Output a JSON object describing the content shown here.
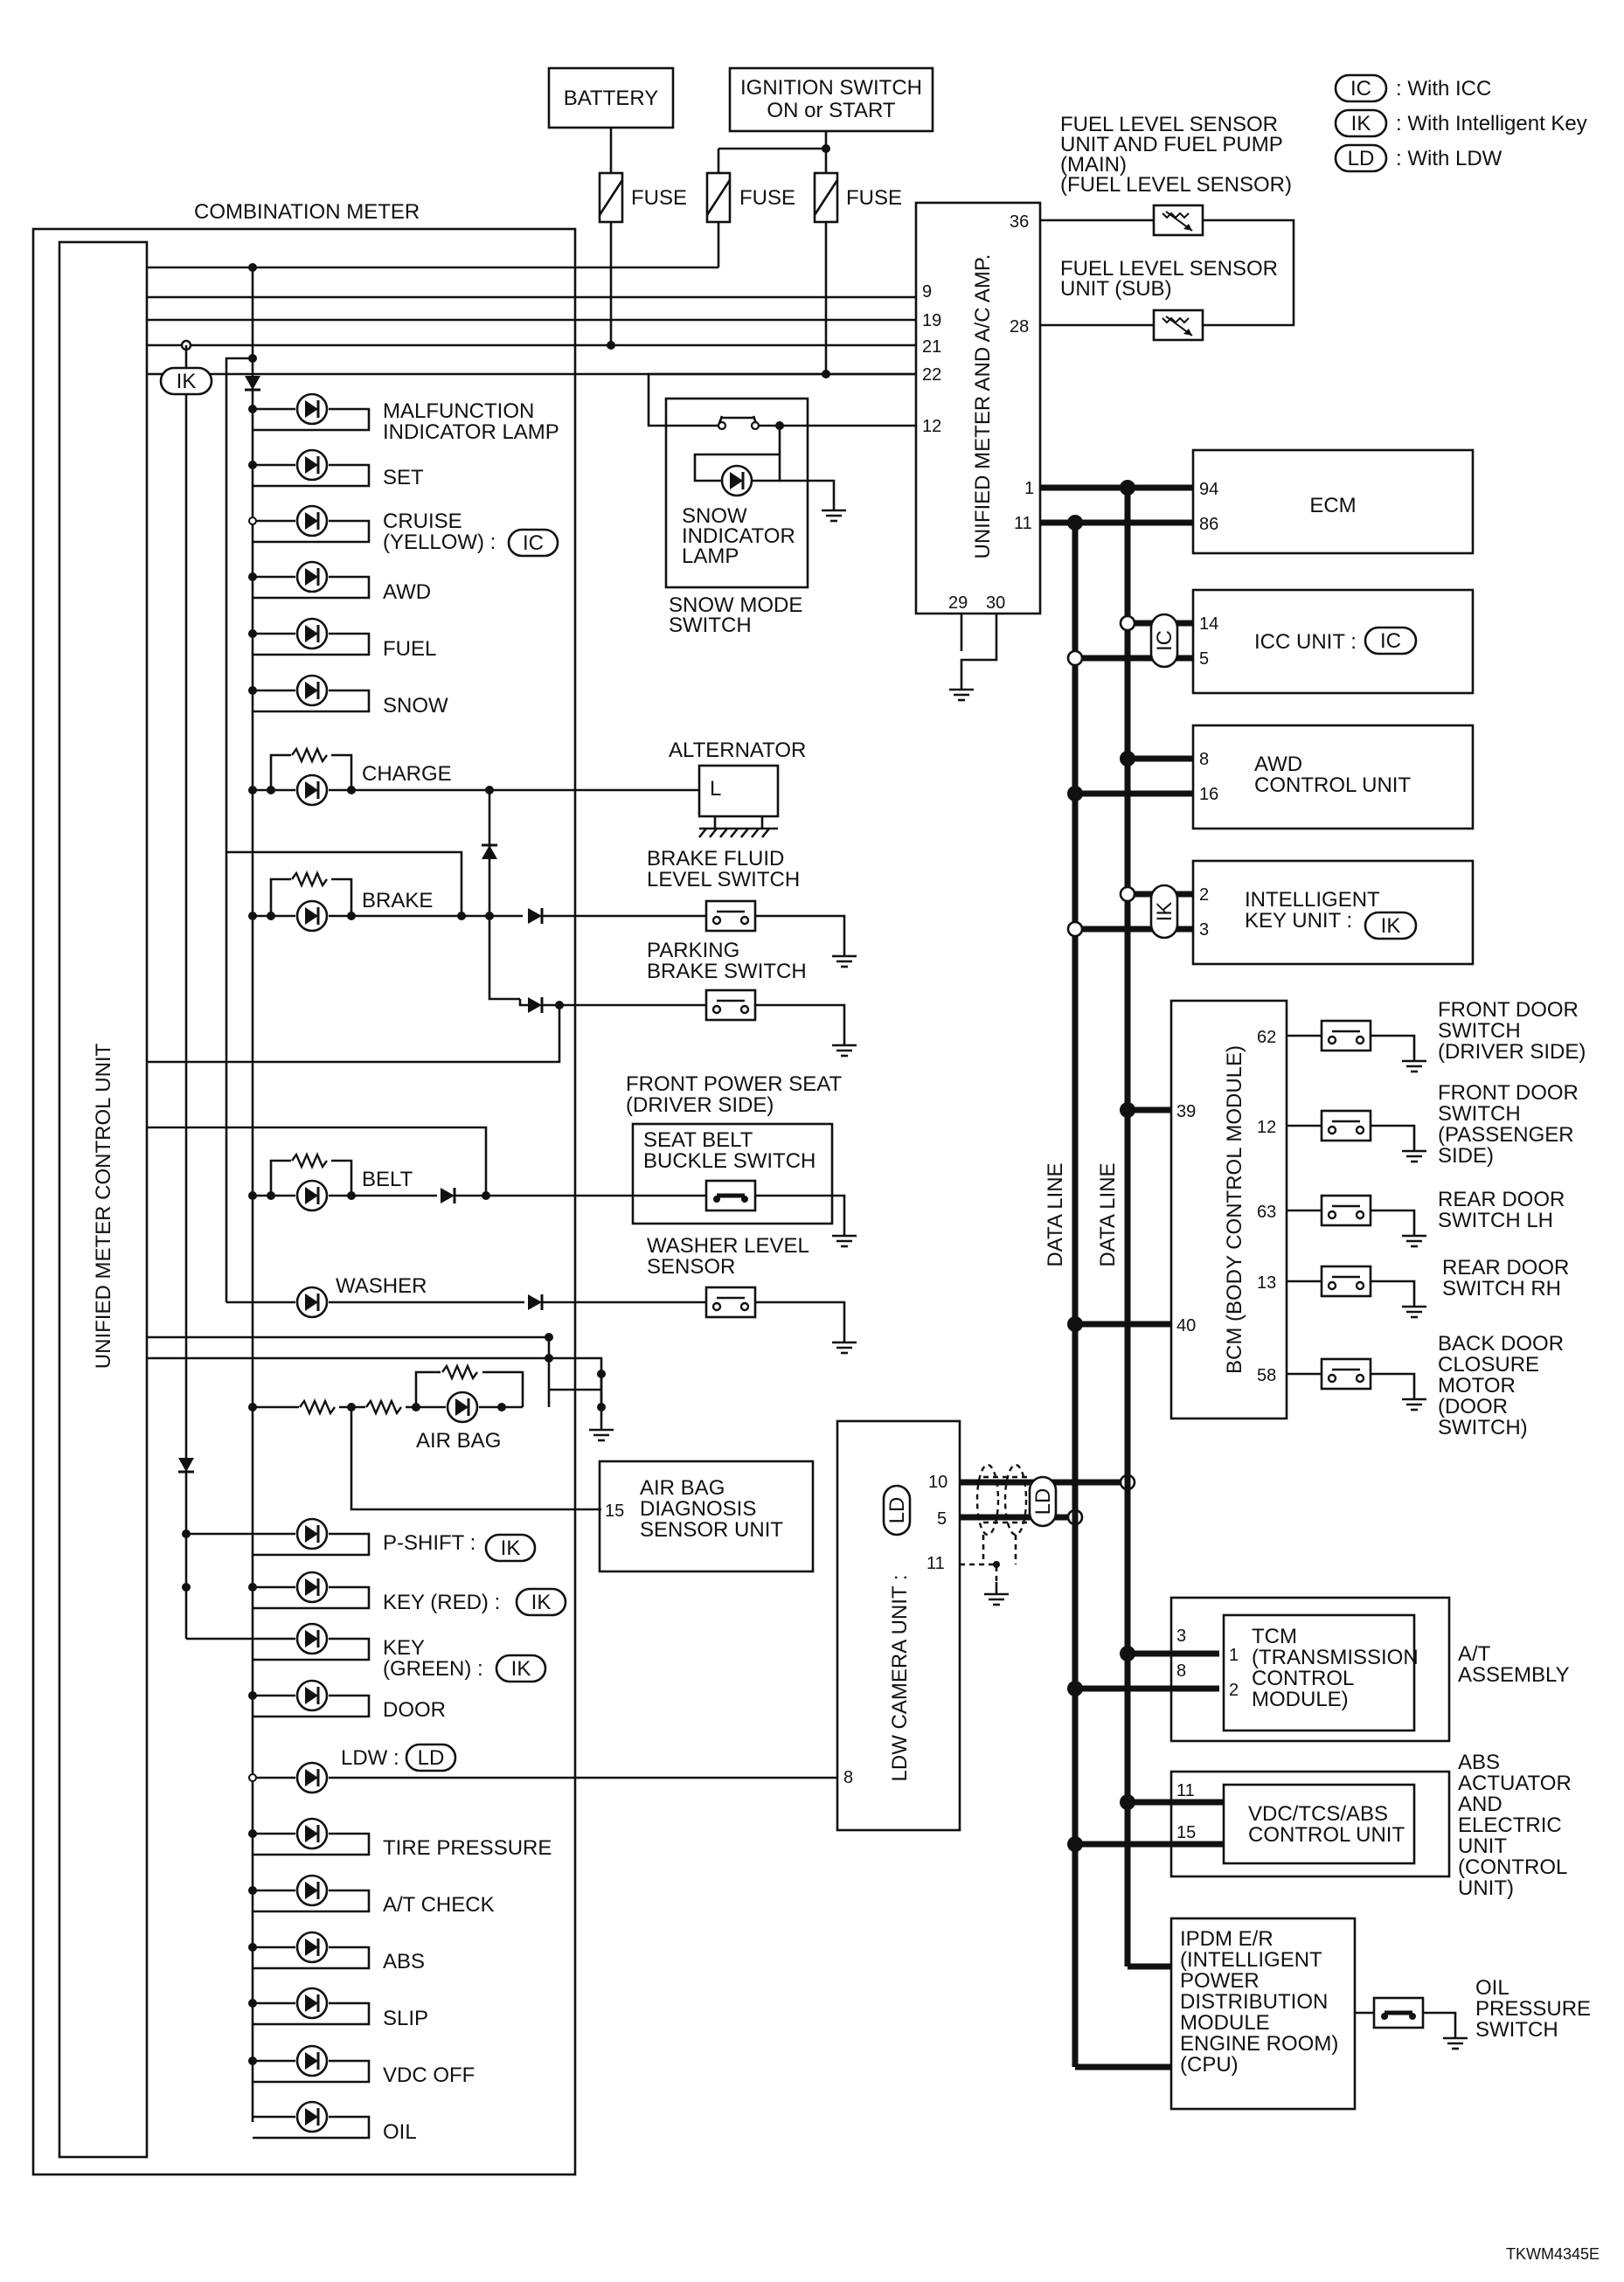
{
  "legend": [
    {
      "code": "IC",
      "text": ": With ICC"
    },
    {
      "code": "IK",
      "text": ": With Intelligent Key"
    },
    {
      "code": "LD",
      "text": ": With LDW"
    }
  ],
  "top": {
    "battery": "BATTERY",
    "ignition": [
      "IGNITION SWITCH",
      "ON or START"
    ],
    "fuse": "FUSE"
  },
  "combination_meter": {
    "title": "COMBINATION METER",
    "unit": "UNIFIED METER CONTROL UNIT",
    "ik_tag": "IK"
  },
  "lamps": [
    {
      "lines": [
        "MALFUNCTION",
        "INDICATOR LAMP"
      ],
      "opt": ""
    },
    {
      "lines": [
        "SET"
      ],
      "opt": ""
    },
    {
      "lines": [
        "CRUISE",
        "(YELLOW) :"
      ],
      "opt": "IC"
    },
    {
      "lines": [
        "AWD"
      ],
      "opt": ""
    },
    {
      "lines": [
        "FUEL"
      ],
      "opt": ""
    },
    {
      "lines": [
        "SNOW"
      ],
      "opt": ""
    },
    {
      "lines": [
        "CHARGE"
      ],
      "opt": ""
    },
    {
      "lines": [
        "BRAKE"
      ],
      "opt": ""
    },
    {
      "lines": [
        "BELT"
      ],
      "opt": ""
    },
    {
      "lines": [
        "WASHER"
      ],
      "opt": ""
    },
    {
      "lines": [
        "AIR BAG"
      ],
      "opt": ""
    },
    {
      "lines": [
        "P-SHIFT :"
      ],
      "opt": "IK"
    },
    {
      "lines": [
        "KEY (RED) :"
      ],
      "opt": "IK"
    },
    {
      "lines": [
        "KEY",
        "(GREEN) :"
      ],
      "opt": "IK"
    },
    {
      "lines": [
        "DOOR"
      ],
      "opt": ""
    },
    {
      "lines": [
        "LDW :"
      ],
      "opt": "LD"
    },
    {
      "lines": [
        "TIRE PRESSURE"
      ],
      "opt": ""
    },
    {
      "lines": [
        "A/T CHECK"
      ],
      "opt": ""
    },
    {
      "lines": [
        "ABS"
      ],
      "opt": ""
    },
    {
      "lines": [
        "SLIP"
      ],
      "opt": ""
    },
    {
      "lines": [
        "VDC OFF"
      ],
      "opt": ""
    },
    {
      "lines": [
        "OIL"
      ],
      "opt": ""
    }
  ],
  "meter_amp": {
    "label": "UNIFIED METER AND A/C AMP.",
    "pins": {
      "p36": "36",
      "p28": "28",
      "p9": "9",
      "p19": "19",
      "p21": "21",
      "p22": "22",
      "p12": "12",
      "p1": "1",
      "p11": "11",
      "p29": "29",
      "p30": "30"
    }
  },
  "fuel_main": [
    "FUEL LEVEL SENSOR",
    "UNIT AND FUEL PUMP",
    "(MAIN)",
    "(FUEL LEVEL SENSOR)"
  ],
  "fuel_sub": [
    "FUEL LEVEL SENSOR",
    "UNIT (SUB)"
  ],
  "snow": {
    "lamp": [
      "SNOW",
      "INDICATOR",
      "LAMP"
    ],
    "switch": [
      "SNOW MODE",
      "SWITCH"
    ]
  },
  "alternator": {
    "label": "ALTERNATOR",
    "terminal": "L"
  },
  "brake_fluid": [
    "BRAKE FLUID",
    "LEVEL SWITCH"
  ],
  "parking_brake": [
    "PARKING",
    "BRAKE SWITCH"
  ],
  "seat": {
    "outer": [
      "FRONT POWER SEAT",
      "(DRIVER SIDE)"
    ],
    "inner": [
      "SEAT BELT",
      "BUCKLE SWITCH"
    ]
  },
  "washer_sensor": [
    "WASHER LEVEL",
    "SENSOR"
  ],
  "airbag_unit": {
    "lines": [
      "AIR BAG",
      "DIAGNOSIS",
      "SENSOR UNIT"
    ],
    "pin": "15"
  },
  "ldw_camera": {
    "label": "LDW CAMERA UNIT :",
    "code": "LD",
    "pins": {
      "p10": "10",
      "p5": "5",
      "p11": "11",
      "p8": "8"
    }
  },
  "data_line": [
    "DATA LINE",
    "DATA LINE"
  ],
  "ecm": {
    "label": "ECM",
    "pins": [
      "94",
      "86"
    ]
  },
  "icc": {
    "label": "ICC UNIT :",
    "code": "IC",
    "pins": [
      "14",
      "5"
    ]
  },
  "awd": {
    "lines": [
      "AWD",
      "CONTROL UNIT"
    ],
    "pins": [
      "8",
      "16"
    ]
  },
  "ik_unit": {
    "lines": [
      "INTELLIGENT",
      "KEY UNIT :"
    ],
    "code": "IK",
    "pins": [
      "2",
      "3"
    ]
  },
  "bcm": {
    "label": "BCM (BODY CONTROL MODULE)",
    "pins": {
      "p39": "39",
      "p40": "40",
      "p62": "62",
      "p12": "12",
      "p63": "63",
      "p13": "13",
      "p58": "58"
    }
  },
  "door_switches": [
    [
      "FRONT DOOR",
      "SWITCH",
      "(DRIVER SIDE)"
    ],
    [
      "FRONT DOOR",
      "SWITCH",
      "(PASSENGER",
      " SIDE)"
    ],
    [
      "REAR DOOR",
      "SWITCH LH"
    ],
    [
      "REAR DOOR",
      "SWITCH RH"
    ],
    [
      "BACK DOOR",
      "CLOSURE",
      "MOTOR",
      "(DOOR",
      " SWITCH)"
    ]
  ],
  "tcm": {
    "inner": [
      "TCM",
      "(TRANSMISSION",
      " CONTROL",
      " MODULE)"
    ],
    "outer": [
      "A/T",
      "ASSEMBLY"
    ],
    "pins": [
      "3",
      "8",
      "1",
      "2"
    ]
  },
  "abs": {
    "inner": [
      "VDC/TCS/ABS",
      "CONTROL UNIT"
    ],
    "outer": [
      "ABS",
      "ACTUATOR",
      "AND",
      "ELECTRIC",
      "UNIT",
      "(CONTROL",
      "UNIT)"
    ],
    "pins": [
      "11",
      "15"
    ]
  },
  "ipdm": [
    "IPDM E/R",
    "(INTELLIGENT",
    " POWER",
    " DISTRIBUTION",
    " MODULE",
    " ENGINE ROOM)",
    "(CPU)"
  ],
  "oil_switch": [
    "OIL",
    "PRESSURE",
    "SWITCH"
  ],
  "figure_id": "TKWM4345E"
}
